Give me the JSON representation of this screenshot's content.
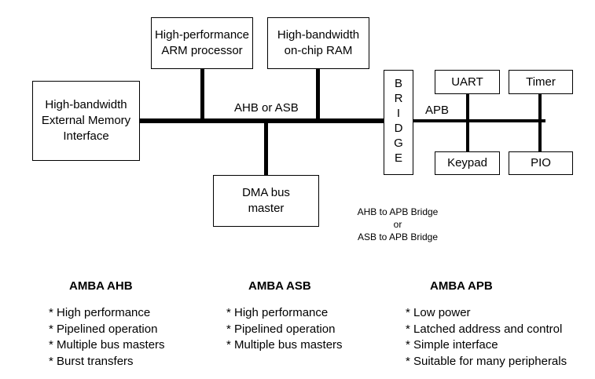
{
  "boxes": {
    "cpu": "High-performance\nARM processor",
    "ram": "High-bandwidth\non-chip RAM",
    "mem": "High-bandwidth\nExternal Memory\nInterface",
    "dma": "DMA bus\nmaster",
    "uart": "UART",
    "timer": "Timer",
    "keypad": "Keypad",
    "pio": "PIO"
  },
  "bridge_letters": [
    "B",
    "R",
    "I",
    "D",
    "G",
    "E"
  ],
  "labels": {
    "ahb_bus": "AHB or ASB",
    "apb_bus": "APB",
    "bridge_note": "AHB to APB Bridge\nor\nASB to APB Bridge"
  },
  "columns": [
    {
      "title": "AMBA AHB",
      "items": [
        "* High performance",
        "* Pipelined operation",
        "* Multiple bus masters",
        "* Burst transfers"
      ]
    },
    {
      "title": "AMBA ASB",
      "items": [
        "* High performance",
        "* Pipelined operation",
        "* Multiple bus masters"
      ]
    },
    {
      "title": "AMBA APB",
      "items": [
        "* Low power",
        "* Latched address and control",
        "* Simple interface",
        "* Suitable for many peripherals"
      ]
    }
  ]
}
